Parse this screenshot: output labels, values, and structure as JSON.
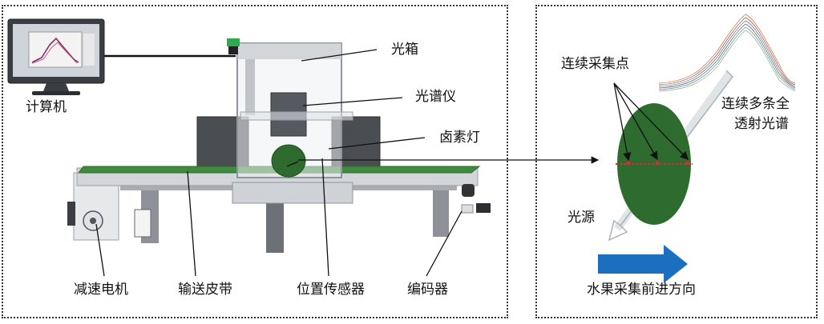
{
  "labels": {
    "computer": "计算机",
    "light_box": "光箱",
    "spectrometer": "光谱仪",
    "halogen_lamp": "卤素灯",
    "reduction_motor": "减速电机",
    "conveyor_belt": "输送皮带",
    "position_sensor": "位置传感器",
    "encoder": "编码器",
    "continuous_points": "连续采集点",
    "multi_spectra_line1": "连续多条全",
    "multi_spectra_line2": "透射光谱",
    "light_source": "光源",
    "fruit_direction": "水果采集前进方向"
  },
  "colors": {
    "belt": "#3f8a3f",
    "fruit": "#2e6b2e",
    "arrow_blue": "#1a6fc0",
    "red_dots": "#d23030",
    "frame": "#b9bdc2"
  }
}
